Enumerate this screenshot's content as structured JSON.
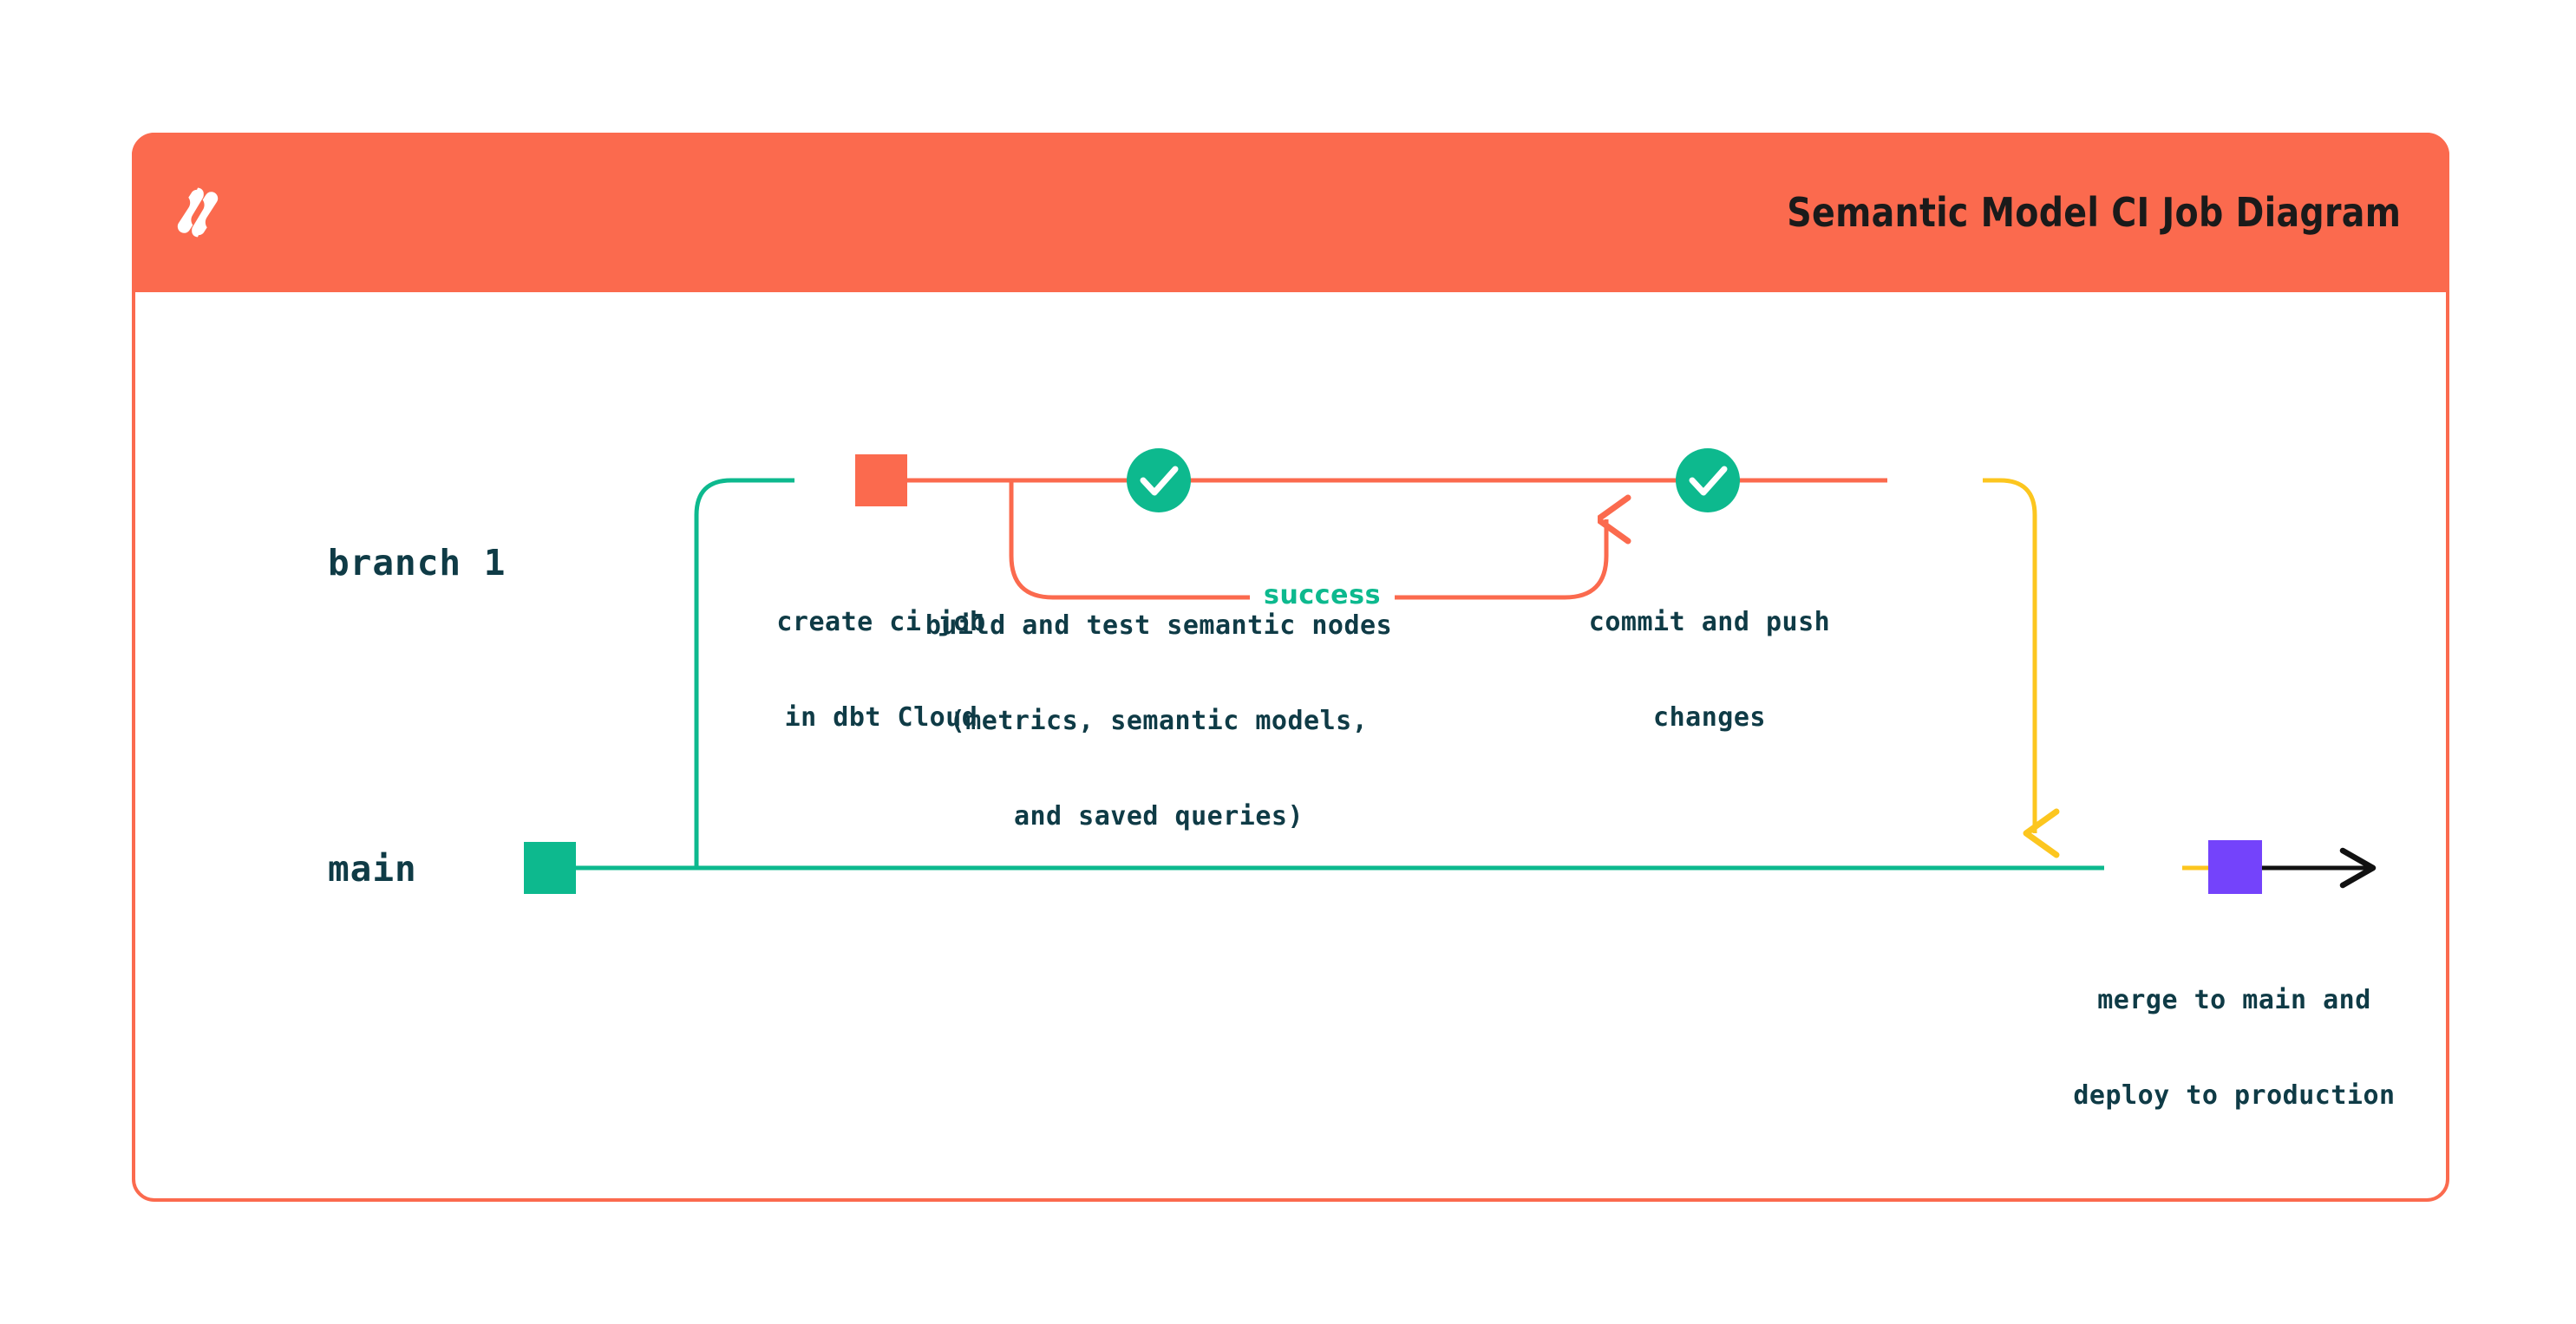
{
  "header": {
    "title": "Semantic Model CI Job Diagram",
    "logo_icon": "dbt-logo-icon",
    "bg_color": "#fb6a4e"
  },
  "colors": {
    "orange": "#fb6a4e",
    "green": "#0db98e",
    "yellow": "#fcc61f",
    "purple": "#7443fb",
    "ink": "#0f3b46",
    "black": "#111111"
  },
  "branches": [
    {
      "id": "branch-1",
      "label": "branch 1",
      "line_color": "#fb6a4e"
    },
    {
      "id": "main",
      "label": "main",
      "line_color": "#0db98e"
    }
  ],
  "nodes": [
    {
      "id": "main-start",
      "shape": "square",
      "color": "#0db98e",
      "branch": "main",
      "caption": ""
    },
    {
      "id": "create-ci-job",
      "shape": "square",
      "color": "#fb6a4e",
      "branch": "branch-1",
      "caption_line1": "create ci job",
      "caption_line2": "in dbt Cloud"
    },
    {
      "id": "build-and-test",
      "shape": "check-circle",
      "icon": "check-icon",
      "color": "#0db98e",
      "branch": "branch-1",
      "caption_line1": "build and test semantic nodes",
      "caption_line2": "(metrics, semantic models,",
      "caption_line3": "and saved queries)"
    },
    {
      "id": "commit-and-push",
      "shape": "check-circle",
      "icon": "check-icon",
      "color": "#0db98e",
      "branch": "branch-1",
      "caption_line1": "commit and push",
      "caption_line2": "changes"
    },
    {
      "id": "merge-to-main",
      "shape": "square",
      "color": "#7443fb",
      "branch": "main",
      "caption_line1": "merge to main and",
      "caption_line2": "deploy to production"
    }
  ],
  "edges": [
    {
      "id": "success-loop",
      "label": "success",
      "label_color": "#0db98e",
      "path_color": "#fb6a4e"
    }
  ]
}
